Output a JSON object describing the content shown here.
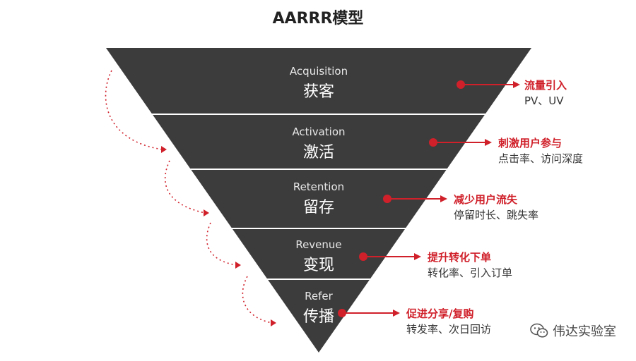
{
  "title": "AARRR模型",
  "colors": {
    "funnel": "#3c3c3c",
    "divider": "#ffffff",
    "accent": "#d0202a",
    "dots": "#d0202a"
  },
  "stages": [
    {
      "en": "Acquisition",
      "zh": "获客",
      "goal": "流量引入",
      "metric": "PV、UV"
    },
    {
      "en": "Activation",
      "zh": "激活",
      "goal": "刺激用户参与",
      "metric": "点击率、访问深度"
    },
    {
      "en": "Retention",
      "zh": "留存",
      "goal": "减少用户流失",
      "metric": "停留时长、跳失率"
    },
    {
      "en": "Revenue",
      "zh": "变现",
      "goal": "提升转化下单",
      "metric": "转化率、引入订单"
    },
    {
      "en": "Refer",
      "zh": "传播",
      "goal": "促进分享/复购",
      "metric": "转发率、次日回访"
    }
  ],
  "watermark": {
    "text": "伟达实验室",
    "icon": "wechat-icon"
  }
}
